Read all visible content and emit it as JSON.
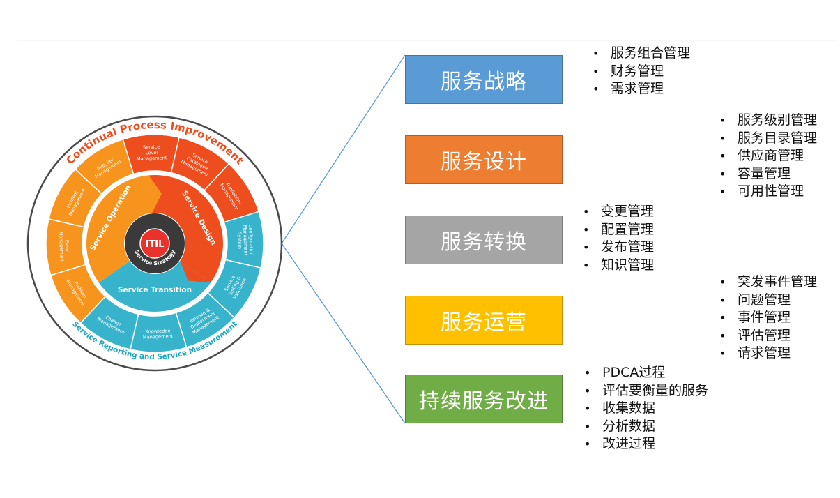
{
  "wheel": {
    "outer_title": "Continual Process Improvement",
    "bottom_title": "Service Reporting and Service Measurement",
    "center": {
      "logo": "ITIL",
      "label": "Service Strategy"
    },
    "stages": {
      "design": "Service Design",
      "operation": "Service Operation",
      "transition": "Service Transition"
    },
    "outer_segments": [
      {
        "key": "supplier",
        "text": "Supplier\nManagement"
      },
      {
        "key": "service-level",
        "text": "Service\nLevel\nManagement"
      },
      {
        "key": "catalogue",
        "text": "Service\nCatalogue\nManagement"
      },
      {
        "key": "availability",
        "text": "Availability\nManagement"
      },
      {
        "key": "configuration",
        "text": "Configuration\nManagement\nSystem"
      },
      {
        "key": "testing",
        "text": "Service\nTesting &\nValidation"
      },
      {
        "key": "release",
        "text": "Release &\nDeployment\nManagement"
      },
      {
        "key": "knowledge",
        "text": "Knowledge\nManagement"
      },
      {
        "key": "change",
        "text": "Change\nManagement"
      },
      {
        "key": "problem",
        "text": "Problem\nManagement"
      },
      {
        "key": "event",
        "text": "Event\nManagement"
      },
      {
        "key": "incident",
        "text": "Incident\nManagement"
      }
    ],
    "colors": {
      "orange": "#F7941D",
      "red_orange": "#EE4D1E",
      "teal": "#37B3CC",
      "dark": "#3A3A3A",
      "itil_red": "#E8322B"
    }
  },
  "phases": [
    {
      "key": "strategy",
      "label": "服务战略",
      "color": "#5B9BD5",
      "items": [
        "服务组合管理",
        "财务管理",
        "需求管理"
      ]
    },
    {
      "key": "design",
      "label": "服务设计",
      "color": "#ED7D31",
      "items": [
        "服务级别管理",
        "服务目录管理",
        "供应商管理",
        "容量管理",
        "可用性管理"
      ]
    },
    {
      "key": "transition",
      "label": "服务转换",
      "color": "#A5A5A5",
      "items": [
        "变更管理",
        "配置管理",
        "发布管理",
        "知识管理"
      ]
    },
    {
      "key": "operation",
      "label": "服务运营",
      "color": "#FFC000",
      "items": [
        "突发事件管理",
        "问题管理",
        "事件管理",
        "评估管理",
        "请求管理"
      ]
    },
    {
      "key": "improvement",
      "label": "持续服务改进",
      "color": "#70AD47",
      "items": [
        "PDCA过程",
        "评估要衡量的服务",
        "收集数据",
        "分析数据",
        "改进过程"
      ]
    }
  ]
}
